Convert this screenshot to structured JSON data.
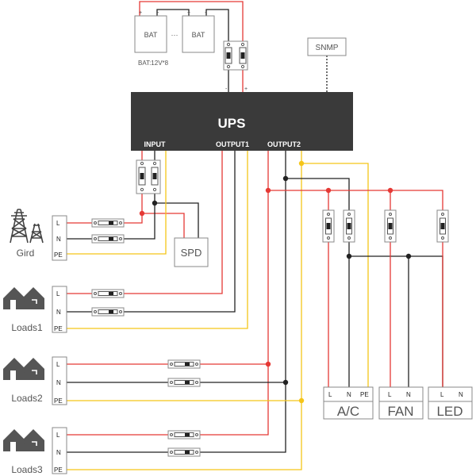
{
  "ups": {
    "title": "UPS",
    "input": "INPUT",
    "output1": "OUTPUT1",
    "output2": "OUTPUT2"
  },
  "battery": {
    "cell1": "BAT",
    "cell2": "BAT",
    "dots": "···",
    "spec": "BAT:12V*8",
    "plus1": "+",
    "minus1": "-",
    "plus2": "+",
    "minus2": "-",
    "ups_minus": "-",
    "ups_plus": "+"
  },
  "snmp": {
    "label": "SNMP"
  },
  "spd": {
    "label": "SPD"
  },
  "sources": [
    {
      "label": "Gird",
      "icon": "power-tower-icon",
      "L": "L",
      "N": "N",
      "PE": "PE"
    },
    {
      "label": "Loads1",
      "icon": "house-icon",
      "L": "L",
      "N": "N",
      "PE": "PE"
    },
    {
      "label": "Loads2",
      "icon": "house-icon",
      "L": "L",
      "N": "N",
      "PE": "PE"
    },
    {
      "label": "Loads3",
      "icon": "house-icon",
      "L": "L",
      "N": "N",
      "PE": "PE"
    }
  ],
  "devices": [
    {
      "label": "A/C",
      "terminals": [
        "L",
        "N",
        "PE"
      ]
    },
    {
      "label": "FAN",
      "terminals": [
        "L",
        "N"
      ]
    },
    {
      "label": "LED",
      "terminals": [
        "L",
        "N"
      ]
    }
  ],
  "colors": {
    "live": "#e53935",
    "neutral": "#222222",
    "earth": "#f5c518",
    "ups_body": "#3a3a3a"
  }
}
